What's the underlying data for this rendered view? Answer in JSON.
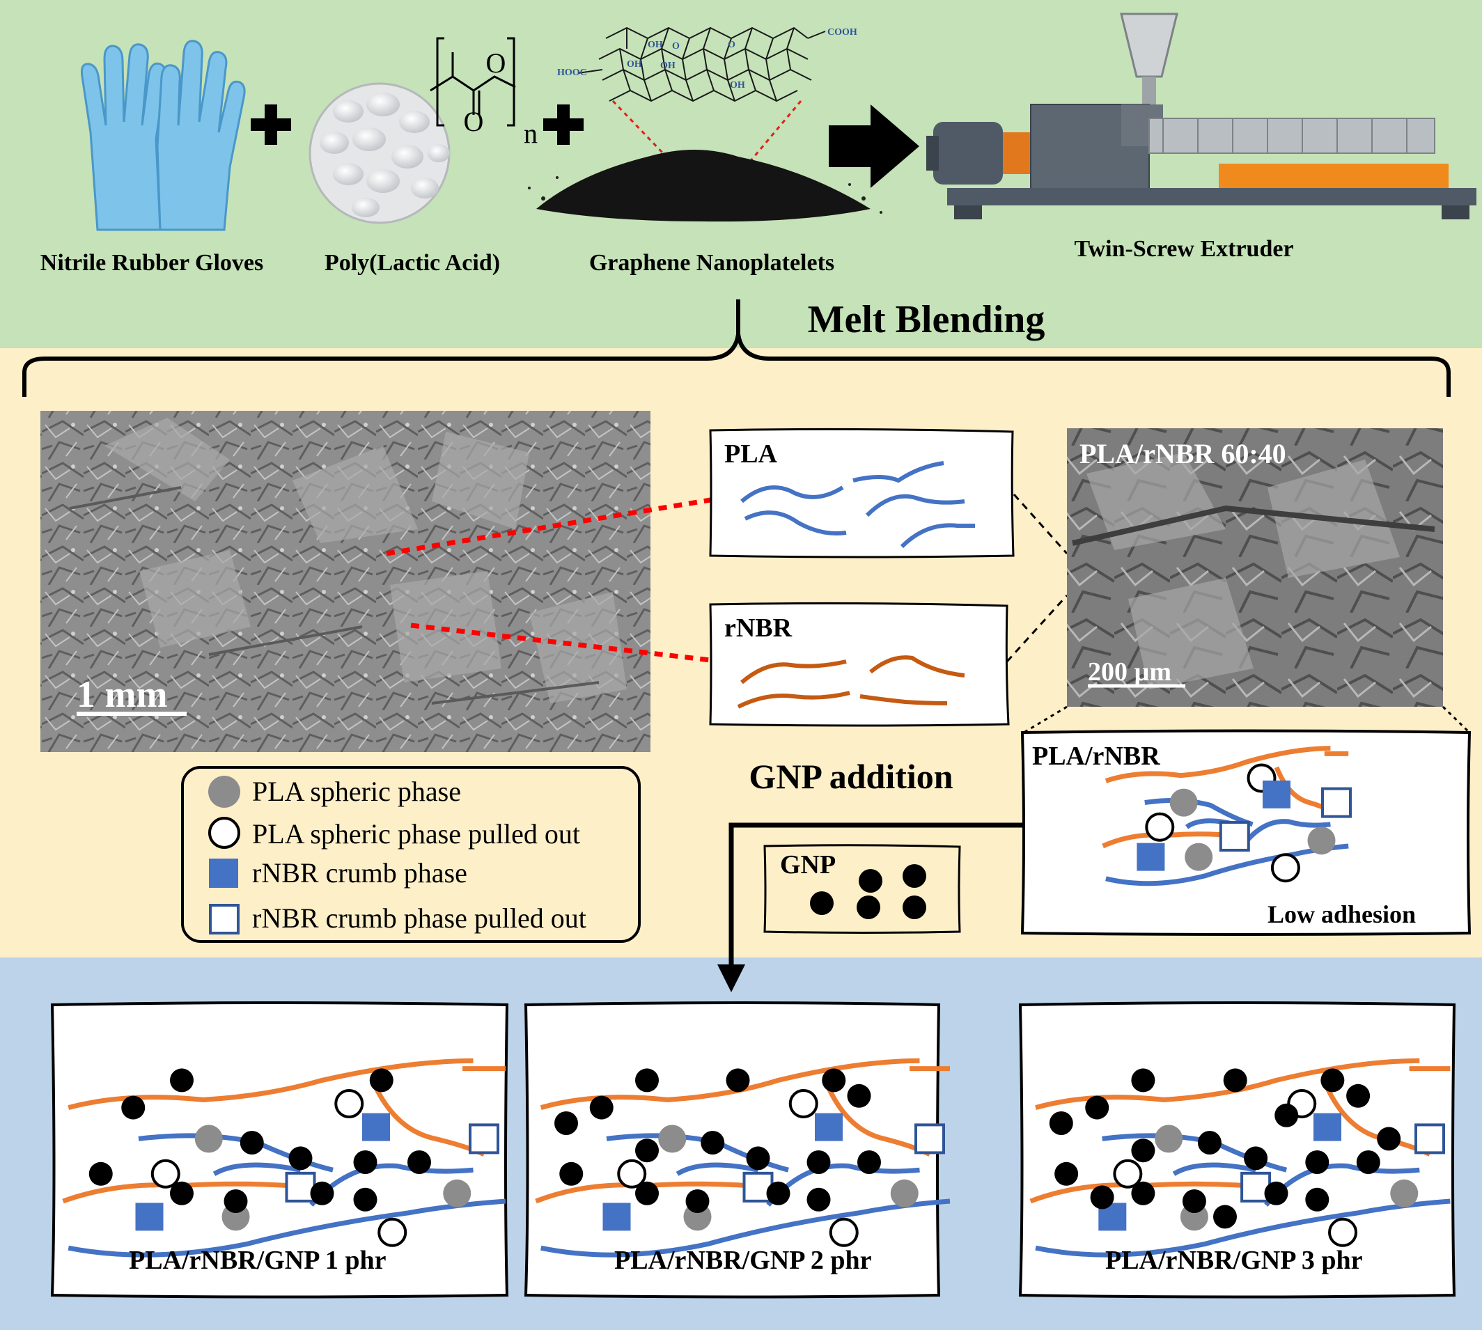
{
  "colors": {
    "top_band": "#c5e2b8",
    "middle_band": "#fdefc8",
    "bottom_band": "#bcd3ea",
    "pla_chain": "#4472c4",
    "rnbr_chain": "#c55a11",
    "rnbr_chain_light": "#ed7d31",
    "pla_sphere": "#8c8c8c",
    "rnbr_crumb": "#4472c4",
    "gnp": "#000000",
    "sem_link": "#ff0000"
  },
  "materials": {
    "gloves": {
      "label": "Nitrile Rubber Gloves",
      "icon": "glove-icon"
    },
    "pla": {
      "label": "Poly(Lactic Acid)",
      "icon": "pellets-icon",
      "subscript": "n"
    },
    "gnp": {
      "label": "Graphene Nanoplatelets",
      "icon": "graphene-powder-icon"
    },
    "extruder": {
      "label": "Twin-Screw Extruder",
      "icon": "extruder-icon"
    }
  },
  "structure": {
    "oh": "OH",
    "o": "O",
    "cooh": "COOH",
    "hooc": "HOOC"
  },
  "process": {
    "melt_blending": "Melt Blending",
    "gnp_addition": "GNP addition"
  },
  "sem": {
    "left_scale": "1 mm",
    "right_title": "PLA/rNBR 60:40",
    "right_scale": "200 µm"
  },
  "schematics": {
    "pla_box": "PLA",
    "rnbr_box": "rNBR",
    "blend_box": "PLA/rNBR",
    "blend_note": "Low adhesion",
    "gnp_box": "GNP"
  },
  "legend": [
    {
      "symbol": "filled-circle-icon",
      "label": "PLA spheric phase"
    },
    {
      "symbol": "open-circle-icon",
      "label": "PLA spheric phase pulled out"
    },
    {
      "symbol": "filled-square-icon",
      "label": "rNBR crumb phase"
    },
    {
      "symbol": "open-square-icon",
      "label": "rNBR crumb phase pulled out"
    }
  ],
  "composites": [
    {
      "label": "PLA/rNBR/GNP 1 phr",
      "gnp_phr": 1
    },
    {
      "label": "PLA/rNBR/GNP 2 phr",
      "gnp_phr": 2
    },
    {
      "label": "PLA/rNBR/GNP 3 phr",
      "gnp_phr": 3
    }
  ]
}
